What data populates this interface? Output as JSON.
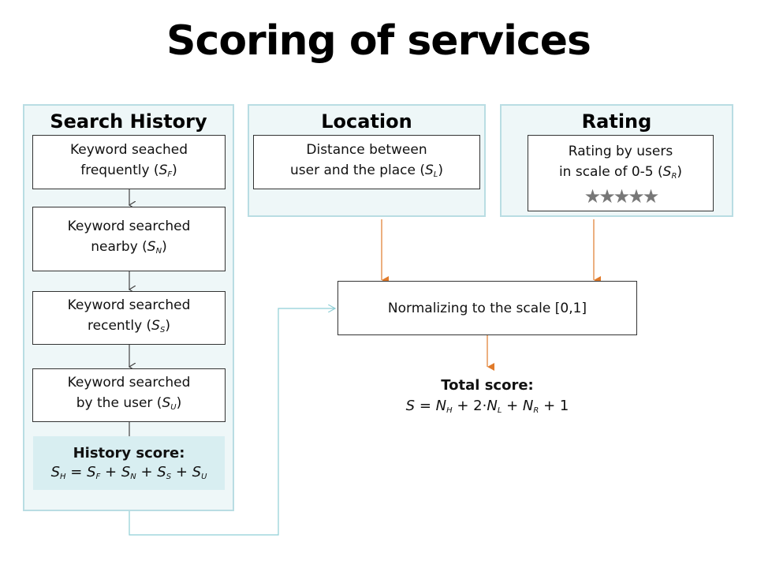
{
  "title": "Scoring of services",
  "panels": {
    "history": {
      "title": "Search History",
      "boxes": [
        {
          "line1": "Keyword seached",
          "line2_pre": "frequently (",
          "var": "S",
          "sub": "F",
          "close": ")"
        },
        {
          "line1": "Keyword searched",
          "line2_pre": "nearby (",
          "var": "S",
          "sub": "N",
          "close": ")"
        },
        {
          "line1": "Keyword searched",
          "line2_pre": "recently (",
          "var": "S",
          "sub": "S",
          "close": ")"
        },
        {
          "line1": "Keyword searched",
          "line2_pre": "by the user (",
          "var": "S",
          "sub": "U",
          "close": ")"
        }
      ],
      "score_label": "History score:",
      "score_formula": {
        "lhs": "S",
        "lhs_sub": "H",
        "eq": " = ",
        "t1": "S",
        "t1_sub": "F",
        "t2": "S",
        "t2_sub": "N",
        "t3": "S",
        "t3_sub": "S",
        "t4": "S",
        "t4_sub": "U",
        "plus": " + "
      }
    },
    "location": {
      "title": "Location",
      "box": {
        "line1": "Distance between",
        "line2_pre": "user and the place (",
        "var": "S",
        "sub": "L",
        "close": ")"
      }
    },
    "rating": {
      "title": "Rating",
      "box": {
        "line1": "Rating by users",
        "line2_pre": "in scale of 0-5 (",
        "var": "S",
        "sub": "R",
        "close": ")",
        "stars": "★★★★★"
      }
    }
  },
  "normalize": {
    "label": "Normalizing to the scale [0,1]"
  },
  "total": {
    "label": "Total score:",
    "formula": {
      "lhs": "S",
      "eq": " = ",
      "t1": "N",
      "t1_sub": "H",
      "plus1": " + 2·",
      "t2": "N",
      "t2_sub": "L",
      "plus2": " + ",
      "t3": "N",
      "t3_sub": "R",
      "tail": " + 1"
    }
  },
  "colors": {
    "panel_bg": "#eef7f8",
    "panel_border": "#b9dde3",
    "arrow_orange": "#e07a2a",
    "connector": "#8fcfd6",
    "score_bg": "#d8eef1"
  }
}
